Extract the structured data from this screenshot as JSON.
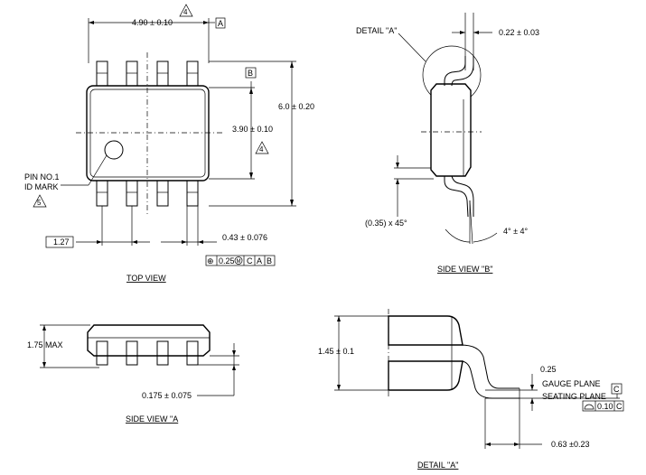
{
  "top_view": {
    "title": "TOP VIEW",
    "length_dim": "4.90 ± 0.10",
    "width_dim": "6.0 ± 0.20",
    "body_width_dim": "3.90 ± 0.10",
    "pitch_dim": "1.27",
    "lead_width_dim": "0.43 ± 0.076",
    "pin_label_1": "PIN NO.1",
    "pin_label_2": "ID MARK",
    "note_4_a": "4",
    "note_4_b": "4",
    "note_5": "5",
    "datum_a": "A",
    "datum_b": "B",
    "fcf": {
      "symbol": "⊕",
      "tolerance": "0.25",
      "modifier": "M",
      "datum_1": "C",
      "datum_2": "A",
      "datum_3": "B"
    }
  },
  "side_view_b": {
    "title": "SIDE VIEW \"B\"",
    "detail_label": "DETAIL \"A\"",
    "lead_thickness_dim": "0.22 ± 0.03",
    "chamfer_dim": "(0.35) x 45°",
    "angle_dim": "4° ± 4°"
  },
  "side_view_a": {
    "title": "SIDE VIEW \"A",
    "height_dim": "1.75 MAX",
    "standoff_dim": "0.175 ± 0.075"
  },
  "detail_a": {
    "title": "DETAIL \"A\"",
    "body_height_dim": "1.45 ± 0.1",
    "gauge_dim": "0.25",
    "gauge_plane": "GAUGE PLANE",
    "seating_plane": "SEATING PLANE",
    "foot_length_dim": "0.63 ±0.23",
    "datum_c": "C",
    "fcf": {
      "symbol": "⌓",
      "tolerance": "0.10",
      "datum": "C"
    }
  }
}
